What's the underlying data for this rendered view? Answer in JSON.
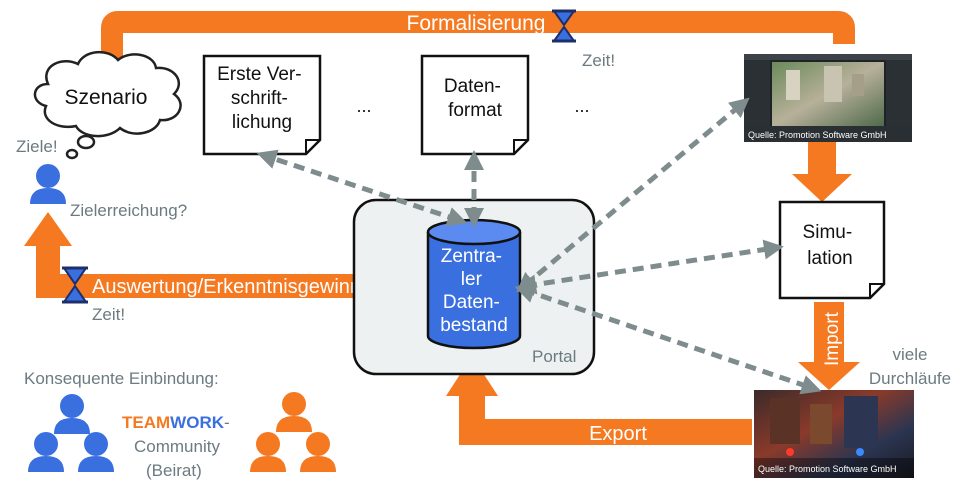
{
  "colors": {
    "orange": "#f47920",
    "blue": "#3a6fe0",
    "gray": "#7f8c8d",
    "text_gray": "#6b7b80",
    "portal_bg": "#eef1f2"
  },
  "flow": {
    "formalisierung": "Formalisierung",
    "auswertung": "Auswertung/Erkenntnisgewinn",
    "export": "Export",
    "import": "Import",
    "zeit_top": "Zeit!",
    "zeit_left": "Zeit!"
  },
  "scenario": {
    "label": "Szenario",
    "ziele": "Ziele!",
    "zielerreichung": "Zielerreichung?"
  },
  "documents": {
    "erste_lines": [
      "Erste Ver-",
      "schrift-",
      "lichung"
    ],
    "ellipsis_1": "...",
    "datenformat_lines": [
      "Daten-",
      "format"
    ],
    "ellipsis_2": "...",
    "simulation_lines": [
      "Simu-",
      "lation"
    ]
  },
  "database": {
    "lines": [
      "Zentra-",
      "ler",
      "Daten-",
      "bestand"
    ],
    "portal": "Portal"
  },
  "screenshots": {
    "top_credit": "Quelle: Promotion Software GmbH",
    "bottom_credit": "Quelle: Promotion Software GmbH"
  },
  "runs": {
    "line1": "viele",
    "line2": "Durchläufe"
  },
  "community": {
    "heading": "Konsequente Einbindung:",
    "team": "TEAM",
    "work": "WORK",
    "dash": "-",
    "line2": "Community",
    "line3": "(Beirat)"
  }
}
